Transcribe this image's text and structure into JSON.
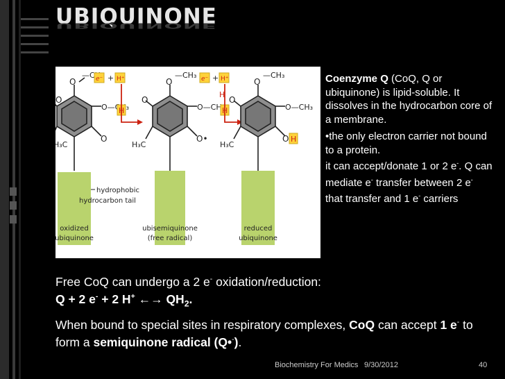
{
  "title": "UBIQUINONE",
  "figure": {
    "labels": {
      "hydrophobic": "hydrophobic",
      "tail": "hydrocarbon tail",
      "oxidized_1": "oxidized",
      "oxidized_2": "ubiquinone",
      "semi_1": "ubisemiquinone",
      "semi_2": "(free radical)",
      "reduced_1": "reduced",
      "reduced_2": "ubiquinone"
    }
  },
  "right_text": {
    "p1_bold": "Coenzyme Q",
    "p1_rest_a": " (CoQ, Q or ubiquinone) is lipid-soluble. It dissolves in the hydrocarbon core of a membrane.",
    "p2_a": "•the only electron carrier not bound to a protein.",
    "p2_b": "it can accept/donate 1 or 2 e",
    "p2_c": ". Q can mediate e",
    "p2_d": " transfer between 2 e",
    "p2_e": " that transfer and 1 e",
    "p2_f": " carriers",
    "sup_minus": "-"
  },
  "body": {
    "line1": "Free CoQ can undergo a 2 e",
    "line1b": " oxidation/reduction:",
    "eq_a": "Q + 2 e",
    "eq_b": " + 2 H",
    "eq_plus": "+",
    "eq_c": " ←→ QH",
    "eq_sub": "2",
    "eq_d": ".",
    "line3a": "When bound to special sites in respiratory complexes, ",
    "line3b": "CoQ",
    "line3c": " can accept ",
    "line3d": "1 e",
    "line3e": " to form a ",
    "line3f": "semiquinone radical (Q•",
    "line3g": ")",
    "line3h": ".",
    "minus": "-"
  },
  "footer": {
    "source": "Biochemistry For Medics",
    "date": "9/30/2012",
    "page": "40"
  }
}
